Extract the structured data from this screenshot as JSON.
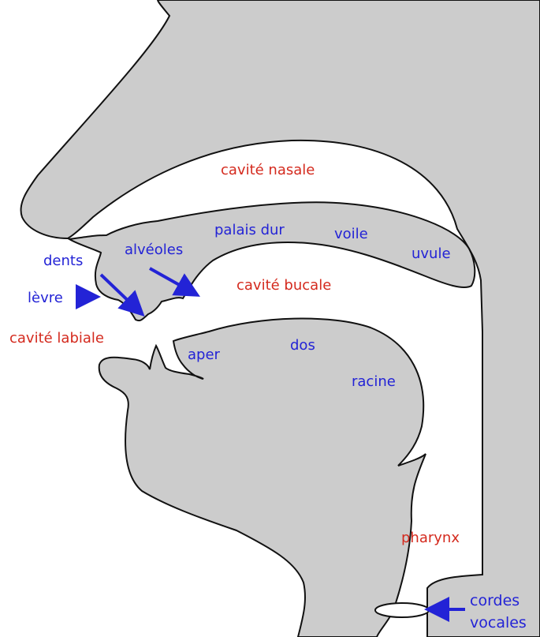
{
  "diagram": {
    "colors": {
      "tissue": "#cccccc",
      "outline": "#111111",
      "cavity_label": "#d42a1e",
      "organ_label": "#2323d6"
    },
    "labels": {
      "cavite_nasale": "cavité nasale",
      "cavite_buccale": "cavité bucale",
      "cavite_labiale": "cavité labiale",
      "palais_dur": "palais dur",
      "voile": "voile",
      "uvule": "uvule",
      "alveoles": "alvéoles",
      "dents": "dents",
      "levre": "lèvre",
      "apex": "aper",
      "dos": "dos",
      "racine": "racine",
      "pharynx": "pharynx",
      "cordes_vocales_1": "cordes",
      "cordes_vocales_2": "vocales"
    }
  }
}
